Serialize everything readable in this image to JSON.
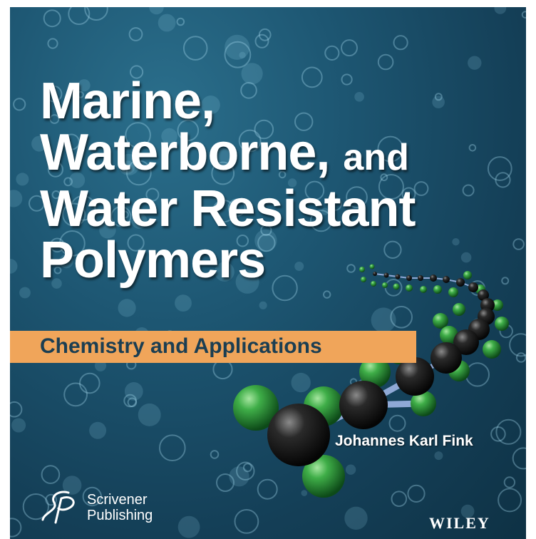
{
  "book": {
    "title_lines": [
      "Marine,",
      "Waterborne,",
      "and",
      "Water Resistant",
      "Polymers"
    ],
    "subtitle": "Chemistry and Applications",
    "author": "Johannes Karl Fink",
    "publisher_imprint": [
      "Scrivener",
      "Publishing"
    ],
    "publisher": "WILEY"
  },
  "icons": {
    "imprint_logo": "scrivener-sp-logo-icon",
    "molecule": "polymer-chain-ball-and-stick-icon"
  },
  "colors": {
    "background_water": "#1d5672",
    "subtitle_bar": "#f0a55a",
    "subtitle_text": "#1b3e52",
    "title_text": "#ffffff",
    "molecule_green": "#2f9a3c",
    "molecule_black": "#1a1a1a"
  }
}
